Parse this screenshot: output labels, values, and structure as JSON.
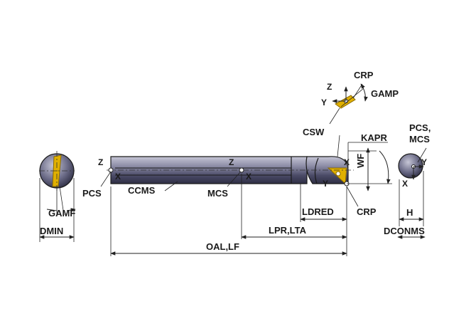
{
  "labels": {
    "crp_top": "CRP",
    "gamp": "GAMP",
    "csw": "CSW",
    "kapr": "KAPR",
    "pcs_mcs_right": "PCS,\nMCS",
    "wf": "WF",
    "pcs_left": "PCS",
    "ccms": "CCMS",
    "mcs": "MCS",
    "gamf": "GAMF",
    "dmin": "DMIN",
    "ldred": "LDRED",
    "crp_bottom": "CRP",
    "lpr_lta": "LPR,LTA",
    "h": "H",
    "dconms": "DCONMS",
    "oal_lf": "OAL,LF"
  },
  "axis_letters": {
    "z": "Z",
    "x": "X",
    "y": "Y"
  },
  "colors": {
    "shank_dark": "#3d3d57",
    "shank_mid": "#8d8da6",
    "shank_light": "#c6c6d6",
    "insert": "#e0b000",
    "insert_dark": "#8a6a00",
    "line": "#222222"
  }
}
